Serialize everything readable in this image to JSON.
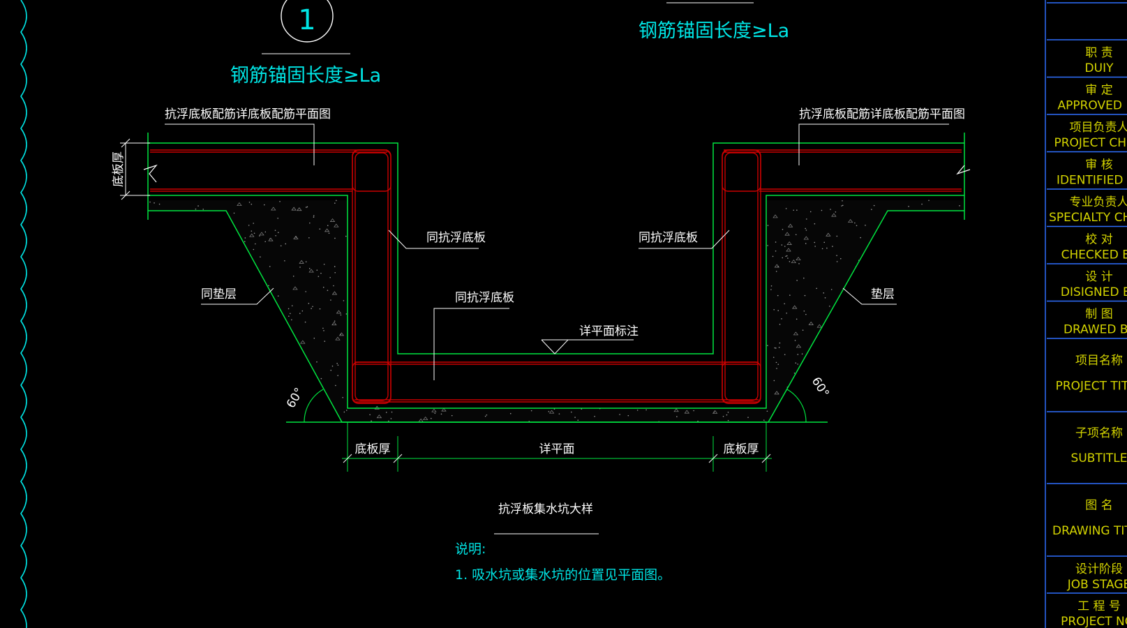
{
  "drawing": {
    "detail_number": "1",
    "anchorage_note_left": "钢筋锚固长度≥La",
    "anchorage_note_right": "钢筋锚固长度≥La",
    "callout_slab_rebar_left": "抗浮底板配筋详底板配筋平面图",
    "callout_slab_rebar_right": "抗浮底板配筋详底板配筋平面图",
    "callout_same_as_slab_left": "同抗浮底板",
    "callout_same_as_slab_right": "同抗浮底板",
    "callout_same_as_slab_bottom": "同抗浮底板",
    "callout_same_cushion": "同垫层",
    "callout_cushion": "垫层",
    "callout_level": "详平面标注",
    "dim_slab_thickness_vertical": "底板厚",
    "dim_slab_thickness_left": "底板厚",
    "dim_plan": "详平面",
    "dim_slab_thickness_right": "底板厚",
    "angle_left": "60°",
    "angle_right": "60°",
    "title": "抗浮板集水坑大样",
    "notes_heading": "说明:",
    "note_1": "1.  吸水坑或集水坑的位置见平面图。"
  },
  "title_block": {
    "rows": [
      {
        "cn": "职    责",
        "en": "DUIY"
      },
      {
        "cn": "审    定",
        "en": "APPROVED BY"
      },
      {
        "cn": "项目负责人",
        "en": "PROJECT CHIEF"
      },
      {
        "cn": "审    核",
        "en": "IDENTIFIED BY"
      },
      {
        "cn": "专业负责人",
        "en": "SPECIALTY CHIEF"
      },
      {
        "cn": "校    对",
        "en": "CHECKED BY"
      },
      {
        "cn": "设    计",
        "en": "DISIGNED BY"
      },
      {
        "cn": "制    图",
        "en": "DRAWED BY"
      }
    ],
    "project_name": {
      "cn": "项目名称",
      "en": "PROJECT TITLE"
    },
    "subtitle": {
      "cn": "子项名称",
      "en": "SUBTITLE"
    },
    "drawing_title": {
      "cn": "图    名",
      "en": "DRAWING TITLE"
    },
    "job_stage": {
      "cn": "设计阶段",
      "en": "JOB STAGE"
    },
    "project_no": {
      "cn": "工 程 号",
      "en": "PROJECT NO."
    }
  },
  "colors": {
    "background": "#000000",
    "concrete_outline": "#00ff00",
    "rebar": "#cc0000",
    "annotation_text": "#ffffff",
    "title_cyan": "#00e5e5",
    "frame_blue": "#2f6fff",
    "title_block_text": "#d4d400"
  }
}
